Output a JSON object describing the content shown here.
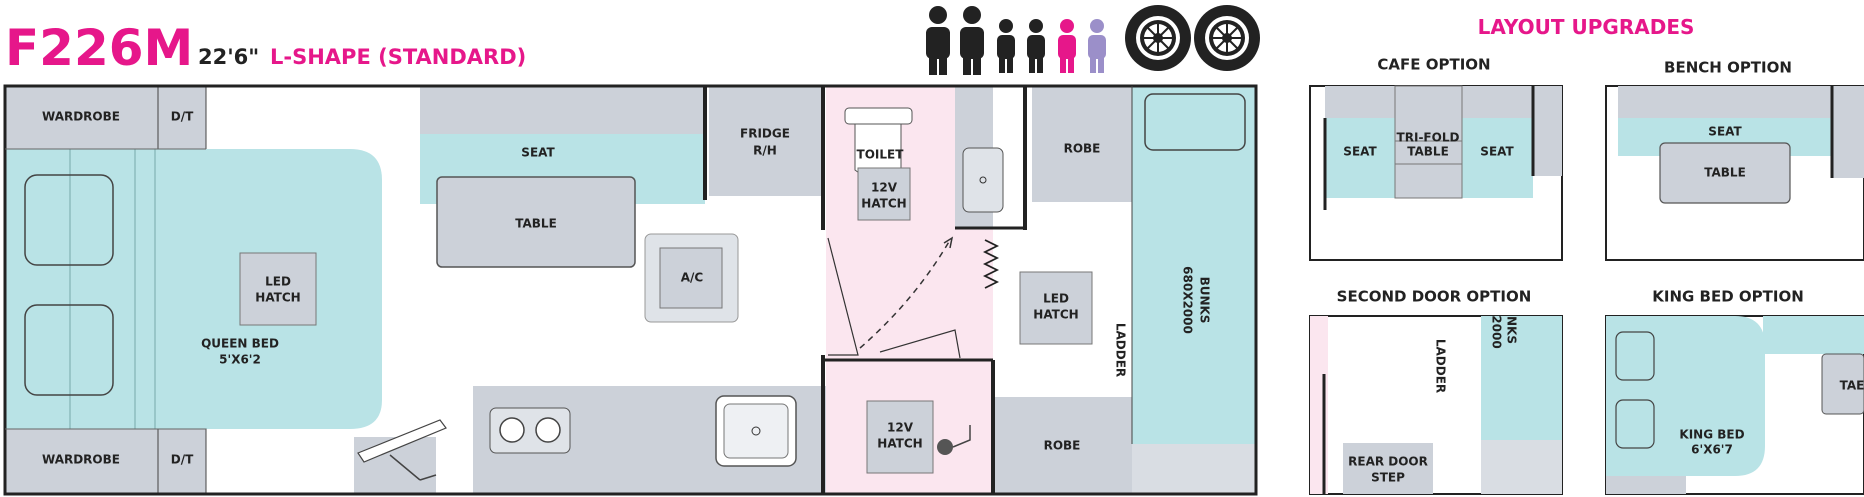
{
  "header": {
    "model": "F226M",
    "length": "22'6\"",
    "layout": "L-SHAPE (STANDARD)"
  },
  "icons": {
    "people": [
      "adult-icon",
      "adult-icon",
      "child-icon",
      "child-icon",
      "child-icon-pink",
      "child-icon-purple"
    ],
    "wheels": [
      "wheel-icon",
      "wheel-icon"
    ]
  },
  "floorplan": {
    "wardrobe_top": "WARDROBE",
    "dt_top": "D/T",
    "wardrobe_bottom": "WARDROBE",
    "dt_bottom": "D/T",
    "bed_line1": "QUEEN BED",
    "bed_line2": "5'X6'2",
    "led_hatch_bed_1": "LED",
    "led_hatch_bed_2": "HATCH",
    "seat": "SEAT",
    "table": "TABLE",
    "ac": "A/C",
    "fridge_1": "FRIDGE",
    "fridge_2": "R/H",
    "toilet": "TOILET",
    "hatch_bath_1": "12V",
    "hatch_bath_2": "HATCH",
    "hatch_door_1": "12V",
    "hatch_door_2": "HATCH",
    "robe_top": "ROBE",
    "robe_bottom": "ROBE",
    "led_hatch_bunk_1": "LED",
    "led_hatch_bunk_2": "HATCH",
    "ladder": "LADDER",
    "bunks_1": "BUNKS",
    "bunks_2": "680X2000"
  },
  "upgrades": {
    "title": "LAYOUT UPGRADES",
    "cafe": {
      "title": "CAFE OPTION",
      "seat_left": "SEAT",
      "table_1": "TRI-FOLD",
      "table_2": "TABLE",
      "seat_right": "SEAT"
    },
    "bench": {
      "title": "BENCH OPTION",
      "seat": "SEAT",
      "table": "TABLE"
    },
    "second_door": {
      "title": "SECOND DOOR OPTION",
      "ladder": "LADDER",
      "bunks_partial_1": "NKS",
      "bunks_partial_2": "2000",
      "step_1": "REAR DOOR",
      "step_2": "STEP"
    },
    "king_bed": {
      "title": "KING BED OPTION",
      "bed_1": "KING BED",
      "bed_2": "6'X6'7",
      "table_partial": "TAE"
    }
  },
  "colors": {
    "accent": "#e6178a",
    "teal": "#b9e3e6",
    "grey": "#ccd1d9",
    "bathroom": "#fbe6ef",
    "child_purple": "#9b8fc9"
  }
}
